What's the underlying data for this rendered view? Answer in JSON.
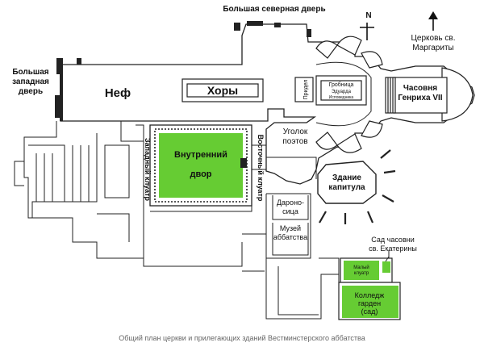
{
  "labels": {
    "great_north_door": "Большая северная дверь",
    "great_west_door_1": "Большая",
    "great_west_door_2": "западная",
    "great_west_door_3": "дверь",
    "nave": "Неф",
    "choir": "Хоры",
    "altar": "Придел",
    "tomb_1": "Гробница",
    "tomb_2": "Эдуарда",
    "tomb_3": "Исповедника",
    "henry_1": "Часовня",
    "henry_2": "Генриха VII",
    "margaret_1": "Церковь св.",
    "margaret_2": "Маргариты",
    "north": "N",
    "poets_1": "Уголок",
    "poets_2": "поэтов",
    "cloister_1": "Внутренний",
    "cloister_2": "двор",
    "west_cloister": "Западный клуатр",
    "east_cloister": "Восточный клуатр",
    "chapter_1": "Здание",
    "chapter_2": "капитула",
    "pyx_1": "Дароно-",
    "pyx_2": "сица",
    "museum_1": "Музей",
    "museum_2": "аббатства",
    "catherine_1": "Сад часовни",
    "catherine_2": "св. Екатерины",
    "little_1": "Малый",
    "little_2": "клуатр",
    "college_1": "Колледж",
    "college_2": "гарден",
    "college_3": "(сад)"
  },
  "caption": "Общий план церкви и прилегающих зданий Вестминстерского аббатства",
  "colors": {
    "garden": "#66cc33",
    "walls": "#222222",
    "ink": "#111111"
  },
  "icons": [
    "north-arrow-icon",
    "margaret-arrow-icon"
  ]
}
